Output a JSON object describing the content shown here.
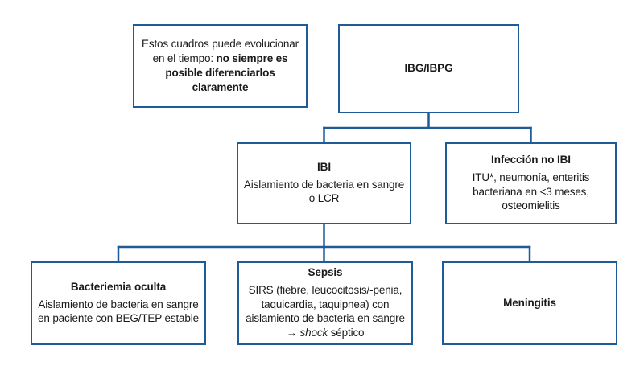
{
  "diagram": {
    "type": "flowchart",
    "orientation": "top-down",
    "colors": {
      "border": "#1f5b96",
      "connector": "#1f5b96",
      "background": "#ffffff",
      "text": "#1a1a1a"
    },
    "nodes": {
      "note": {
        "text_line1": "Estos cuadros puede evolucionar",
        "text_line2_plain": "en el tiempo: ",
        "text_line2_bold": "no siempre es",
        "text_line3_bold": "posible diferenciarlos",
        "text_line4_bold": "claramente"
      },
      "root": {
        "title": "IBG/IBPG",
        "body": ""
      },
      "ibi": {
        "title": "IBI",
        "body": "Aislamiento de bacteria en sangre o LCR"
      },
      "no_ibi": {
        "title": "Infección no IBI",
        "body": "ITU*, neumonía, enteritis bacteriana en <3 meses, osteomielitis"
      },
      "bacteriemia_oculta": {
        "title": "Bacteriemia oculta",
        "body": "Aislamiento de bacteria en sangre en paciente con BEG/TEP estable"
      },
      "sepsis": {
        "title": "Sepsis",
        "body_part1": "SIRS (fiebre, leucocitosis/-penia, taquicardia, taquipnea) con aislamiento de bacteria en sangre → ",
        "body_italic": "shock",
        "body_part2": " séptico"
      },
      "meningitis": {
        "title": "Meningitis",
        "body": ""
      }
    },
    "edges": [
      {
        "from": "root",
        "to": "ibi"
      },
      {
        "from": "root",
        "to": "no_ibi"
      },
      {
        "from": "ibi",
        "to": "bacteriemia_oculta"
      },
      {
        "from": "ibi",
        "to": "sepsis"
      },
      {
        "from": "ibi",
        "to": "meningitis"
      }
    ]
  }
}
